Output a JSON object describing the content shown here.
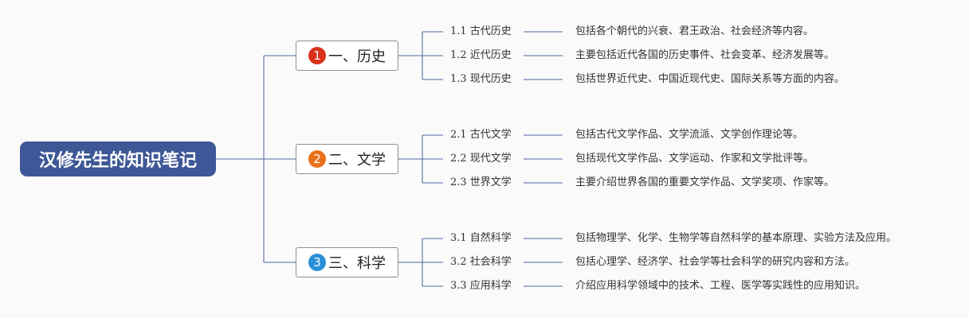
{
  "root": {
    "label": "汉修先生的知识笔记"
  },
  "branches": [
    {
      "num": "1",
      "label": "一、历史",
      "badge_color": "#d9311c",
      "items": [
        {
          "label": "1.1 古代历史",
          "desc": "包括各个朝代的兴衰、君王政治、社会经济等内容。"
        },
        {
          "label": "1.2 近代历史",
          "desc": "主要包括近代各国的历史事件、社会变革、经济发展等。"
        },
        {
          "label": "1.3 现代历史",
          "desc": "包括世界近代史、中国近现代史、国际关系等方面的内容。"
        }
      ]
    },
    {
      "num": "2",
      "label": "二、文学",
      "badge_color": "#e8721c",
      "items": [
        {
          "label": "2.1 古代文学",
          "desc": "包括古代文学作品、文学流派、文学创作理论等。"
        },
        {
          "label": "2.2 现代文学",
          "desc": "包括现代文学作品、文学运动、作家和文学批评等。"
        },
        {
          "label": "2.3 世界文学",
          "desc": "主要介绍世界各国的重要文学作品、文学奖项、作家等。"
        }
      ]
    },
    {
      "num": "3",
      "label": "三、科学",
      "badge_color": "#2a8fd6",
      "items": [
        {
          "label": "3.1 自然科学",
          "desc": "包括物理学、化学、生物学等自然科学的基本原理、实验方法及应用。"
        },
        {
          "label": "3.2 社会科学",
          "desc": "包括心理学、经济学、社会学等社会科学的研究内容和方法。"
        },
        {
          "label": "3.3 应用科学",
          "desc": "介绍应用科学领域中的技术、工程、医学等实践性的应用知识。"
        }
      ]
    }
  ],
  "colors": {
    "root_fill": "#3e5796",
    "line": "#6f83b3"
  }
}
